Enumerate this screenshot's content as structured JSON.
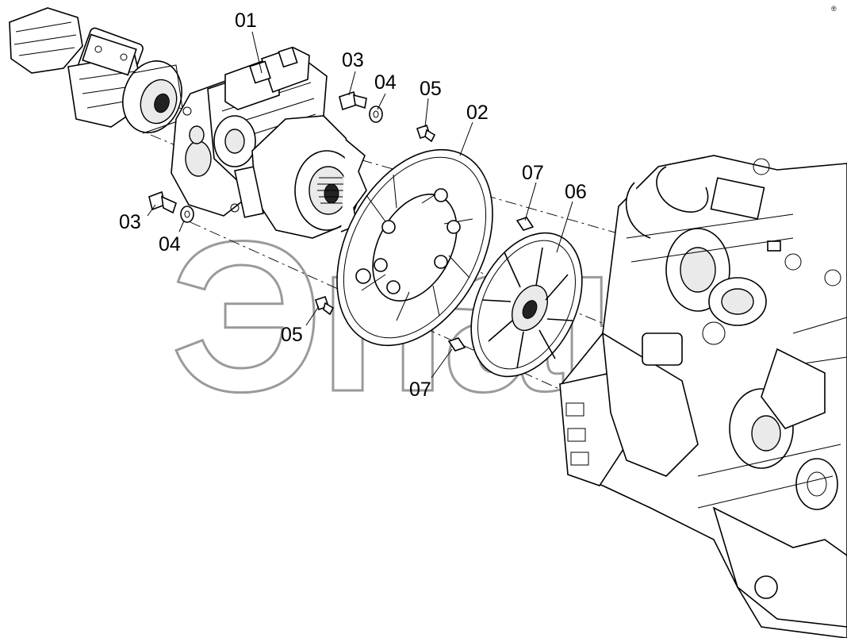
{
  "diagram": {
    "watermark": "Эпак",
    "corner_mark": "®",
    "callouts": [
      {
        "id": "c01a",
        "label": "01"
      },
      {
        "id": "c02a",
        "label": "02"
      },
      {
        "id": "c03a",
        "label": "03"
      },
      {
        "id": "c04a",
        "label": "04"
      },
      {
        "id": "c05a",
        "label": "05"
      },
      {
        "id": "c03b",
        "label": "03"
      },
      {
        "id": "c04b",
        "label": "04"
      },
      {
        "id": "c05b",
        "label": "05"
      },
      {
        "id": "c07a",
        "label": "07"
      },
      {
        "id": "c06a",
        "label": "06"
      },
      {
        "id": "c07b",
        "label": "07"
      }
    ]
  }
}
